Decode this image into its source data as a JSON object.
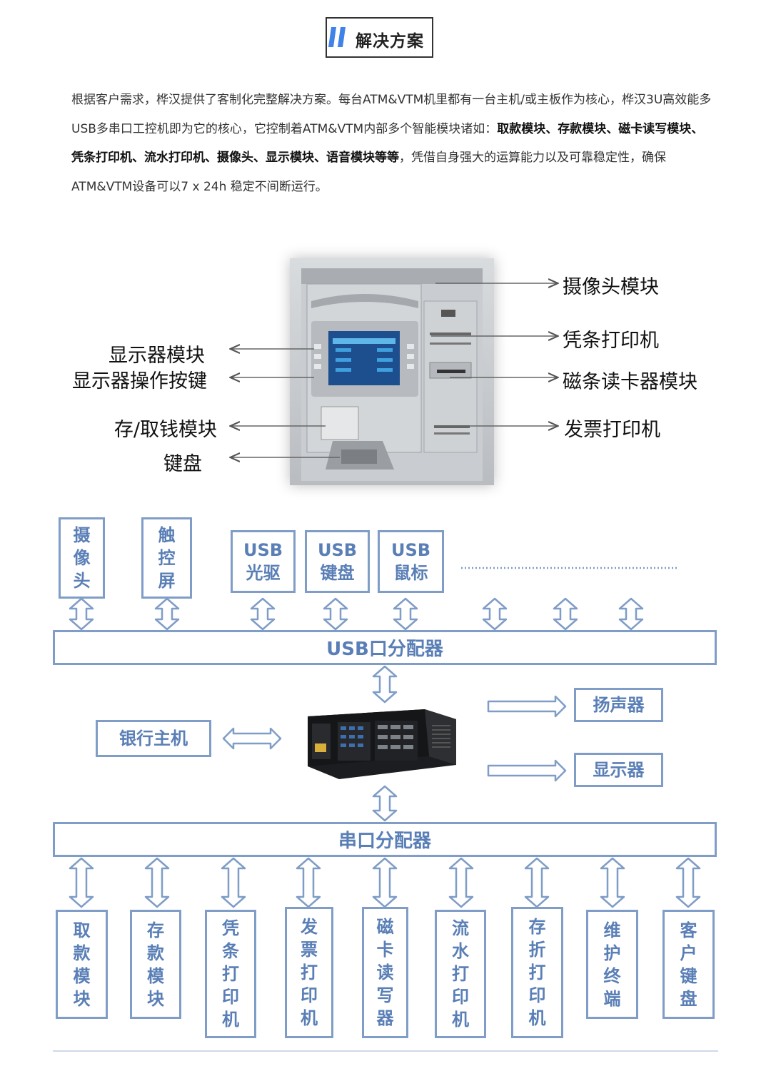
{
  "section_title": "解决方案",
  "intro": {
    "part1": "根据客户需求，桦汉提供了客制化完整解决方案。每台ATM&VTM机里都有一台主机/或主板作为核心，桦汉3U高效能多USB多串口工控机即为它的核心，它控制着ATM&VTM内部多个智能模块诸如：",
    "bold": "取款模块、存款模块、磁卡读写模块、凭条打印机、流水打印机、摄像头、显示模块、语音模块等等",
    "part2": "，凭借自身强大的运算能力以及可靠稳定性，确保ATM&VTM设备可以7 x 24h 稳定不间断运行。"
  },
  "atm_labels": {
    "left": [
      "显示器模块",
      "显示器操作按键",
      "存/取钱模块",
      "键盘"
    ],
    "right": [
      "摄像头模块",
      "凭条打印机",
      "磁条读卡器模块",
      "发票打印机"
    ]
  },
  "diagram": {
    "top_devices": [
      "摄像头",
      "触控屏",
      "USB光驱",
      "USB键盘",
      "USB鼠标"
    ],
    "usb_hub": "USB口分配器",
    "bank_host": "银行主机",
    "outputs": [
      "扬声器",
      "显示器"
    ],
    "serial_hub": "串口分配器",
    "bottom_devices": [
      "取款模块",
      "存款模块",
      "凭条打印机",
      "发票打印机",
      "磁卡读写器",
      "流水打印机",
      "存折打印机",
      "维护终端",
      "客户键盘"
    ]
  },
  "colors": {
    "diagram_border": "#7f9dc6",
    "diagram_text": "#5a7fb6",
    "title_mark": "#3f83e8"
  }
}
